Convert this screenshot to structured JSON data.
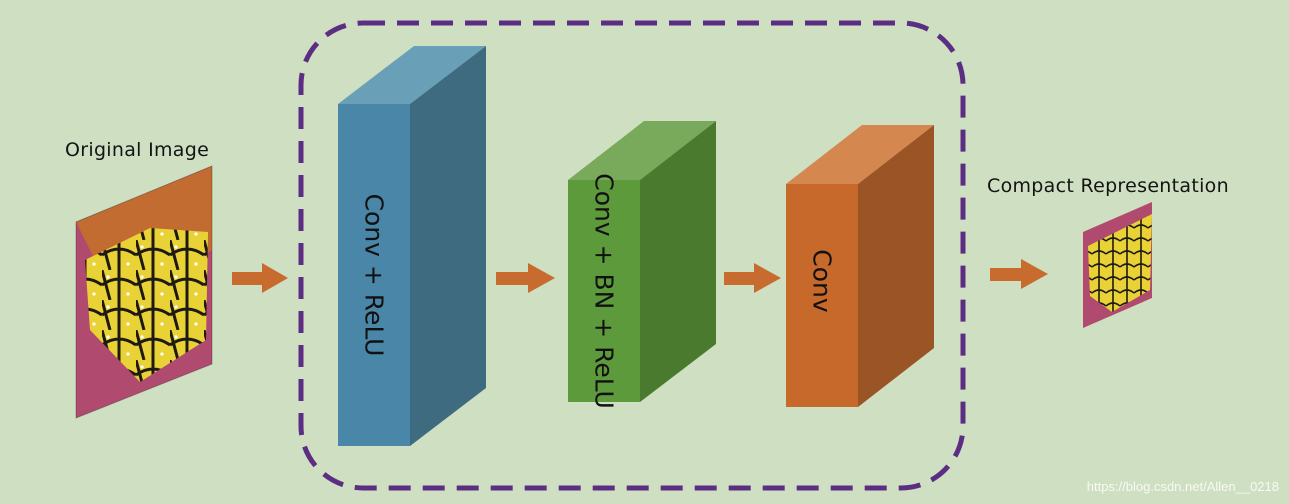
{
  "labels": {
    "input": "Original Image",
    "output": "Compact Representation"
  },
  "blocks": [
    {
      "label": "Conv + ReLU",
      "color": "#4a86a8"
    },
    {
      "label": "Conv + BN + ReLU",
      "color": "#5d9a3c"
    },
    {
      "label": "Conv",
      "color": "#c8692c"
    }
  ],
  "colors": {
    "background": "#cfdfc1",
    "frame": "#5c2e83",
    "arrow": "#c86b2e"
  },
  "watermark": "https://blog.csdn.net/Allen__0218"
}
